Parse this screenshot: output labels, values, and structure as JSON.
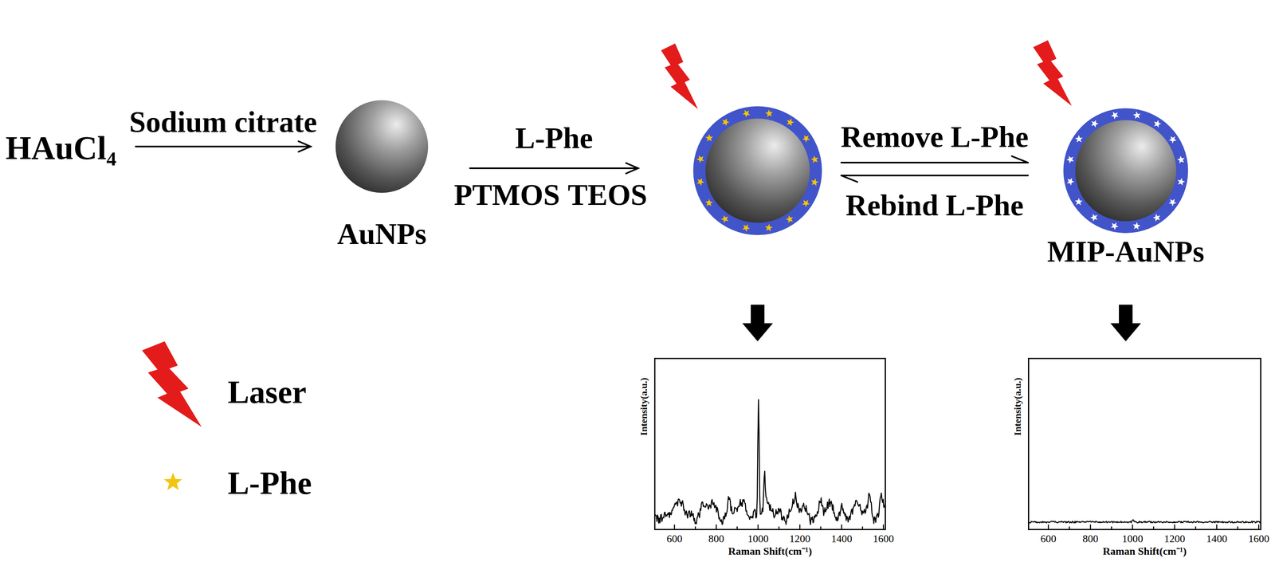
{
  "diagram": {
    "nodes": [
      {
        "text": [
          "HAuCl₄"
        ]
      },
      {
        "text": [
          "AuNPs"
        ]
      },
      {
        "text": []
      },
      {
        "text": [
          "MIP-AuNPs"
        ]
      },
      {
        "text": [
          "Intensity(a.u.)",
          "Raman Shift(cm⁻¹)"
        ]
      },
      {
        "text": [
          "Intensity(a.u.)",
          "Raman Shift(cm⁻¹)"
        ]
      }
    ],
    "edges": [
      {
        "from": 0,
        "to": 1,
        "arrow": "to",
        "label": "Sodium citrate"
      },
      {
        "from": 1,
        "to": 2,
        "arrow": "to",
        "label": "L-Phe"
      },
      {
        "from": 2,
        "to": 3,
        "arrow": "to",
        "label": "Remove L-Phe"
      },
      {
        "from": 3,
        "to": 2,
        "arrow": "to",
        "label": "Rebind L-Phe"
      },
      {
        "from": 2,
        "to": 4,
        "arrow": "to"
      },
      {
        "from": 3,
        "to": 5,
        "arrow": "to"
      }
    ],
    "labels": [
      "PTMOS",
      "TEOS",
      "600",
      "800",
      "1000",
      "1200",
      "1400",
      "1600",
      "600",
      "800",
      "1000",
      "1200",
      "1400",
      "1600"
    ],
    "legend": [
      {
        "text": "Laser"
      },
      {
        "text": "L-Phe"
      }
    ]
  }
}
